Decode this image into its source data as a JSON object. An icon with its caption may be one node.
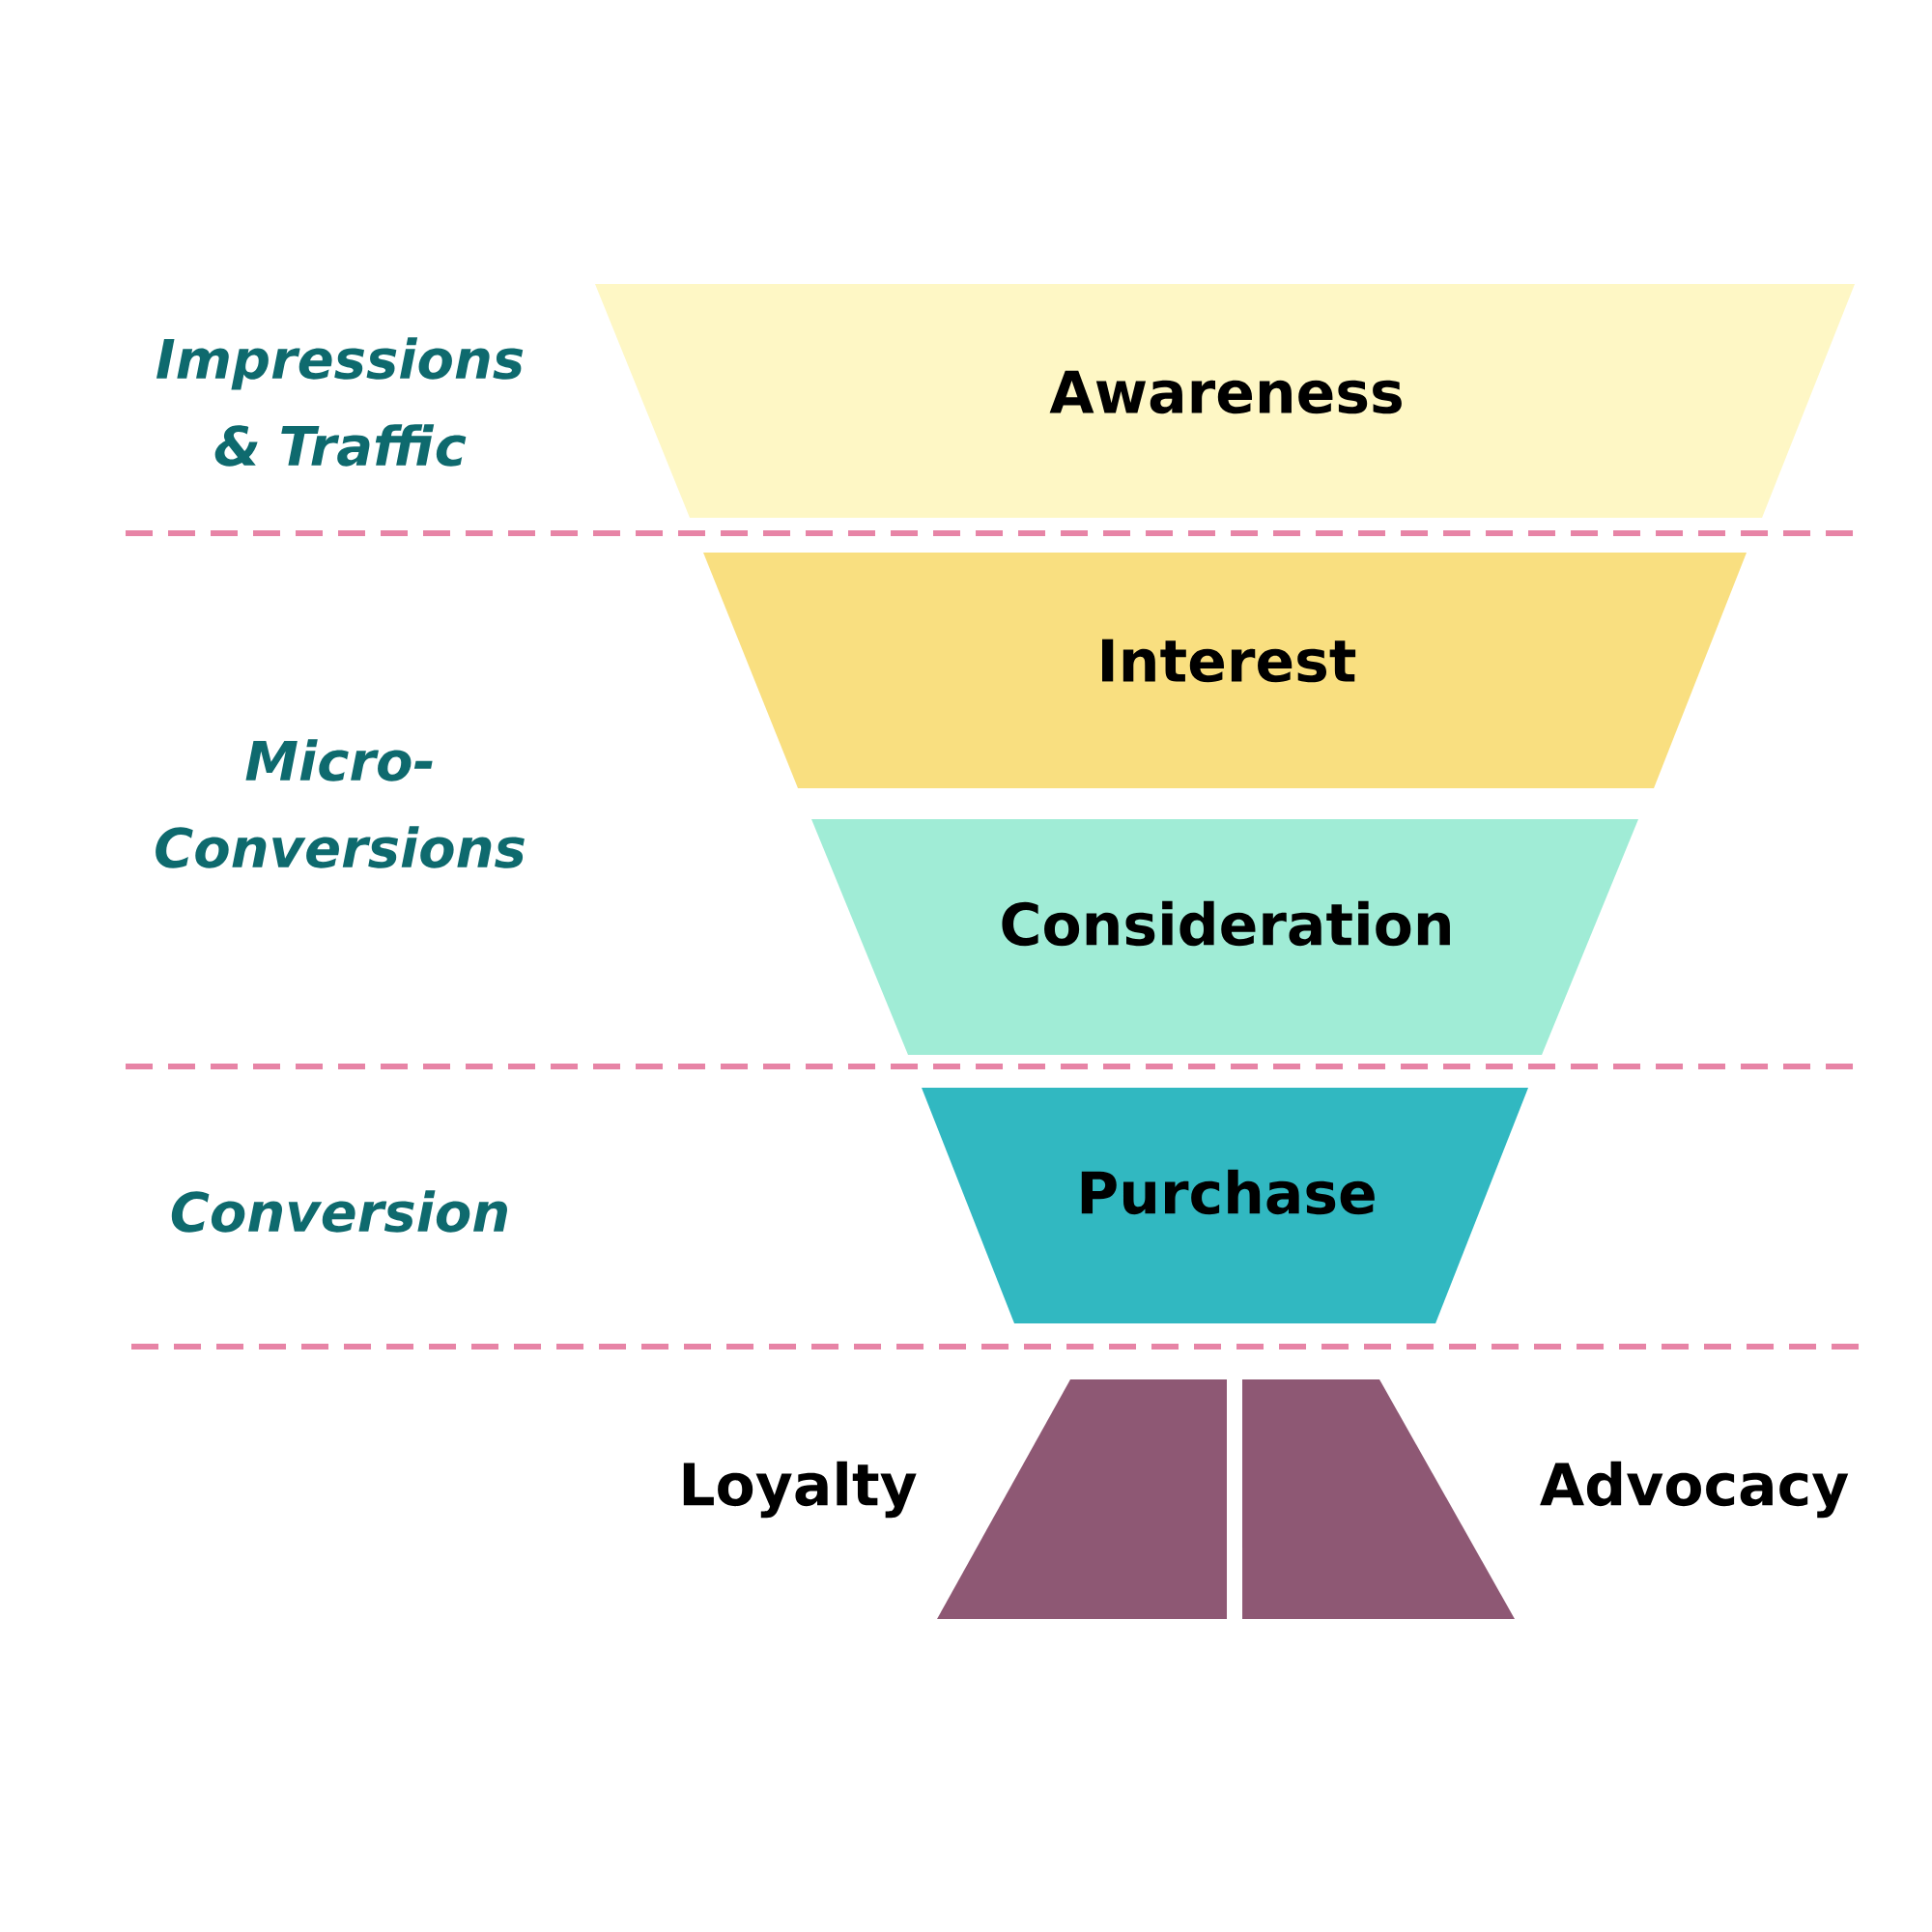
{
  "diagram": {
    "nodes": [
      {
        "text": [
          "Awareness"
        ]
      },
      {
        "text": [
          "Interest"
        ]
      },
      {
        "text": [
          "Consideration"
        ]
      },
      {
        "text": [
          "Purchase"
        ]
      },
      {
        "text": [
          "Loyalty"
        ]
      },
      {
        "text": [
          "Advocacy"
        ]
      }
    ],
    "labels": [
      "Impressions & Traffic",
      "Micro- Conversions",
      "Conversion"
    ]
  }
}
